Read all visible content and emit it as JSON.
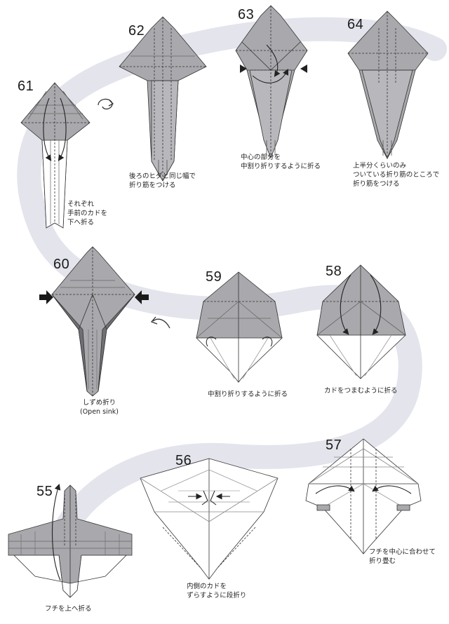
{
  "steps": [
    {
      "number": "61",
      "caption": "それぞれ\n手前のカドを\n下へ折る"
    },
    {
      "number": "62",
      "caption": "後ろのヒダと同じ幅で\n折り筋をつける"
    },
    {
      "number": "63",
      "caption": "中心の部分を\n中割り折りするように折る"
    },
    {
      "number": "64",
      "caption": "上半分くらいのみ\nついている折り筋のところで\n折り筋をつける"
    },
    {
      "number": "60",
      "caption": "しずめ折り\n(Open sink)"
    },
    {
      "number": "59",
      "caption": "中割り折りするように折る"
    },
    {
      "number": "58",
      "caption": "カドをつまむように折る"
    },
    {
      "number": "57",
      "caption": "フチを中心に合わせて\n折り畳む"
    },
    {
      "number": "56",
      "caption": "内側のカドを\nずらすように段折り"
    },
    {
      "number": "55",
      "caption": "フチを上へ折る"
    }
  ],
  "colors": {
    "paper_shade": "#a9a9ad",
    "paper_dark": "#6f6f74",
    "paper_white": "#ffffff",
    "line": "#333333",
    "swirl": "#e3e4ec"
  },
  "icons": [
    "turn-over-icon",
    "rotate-arrow-icon",
    "push-arrow-icon"
  ]
}
